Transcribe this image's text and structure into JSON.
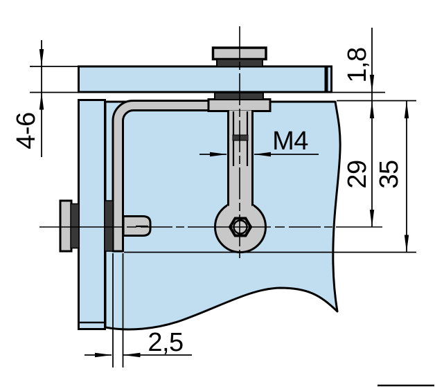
{
  "colors": {
    "glass": "#c1ddf0",
    "metal": "#c8c8c8",
    "dark": "#383838",
    "line": "#000000",
    "background": "#ffffff"
  },
  "dimensions": {
    "glass_thickness": "4-6",
    "plate_gap": "1,8",
    "thread": "M4",
    "center_depth": "29",
    "total_depth": "35",
    "arm_thickness": "2,5"
  }
}
